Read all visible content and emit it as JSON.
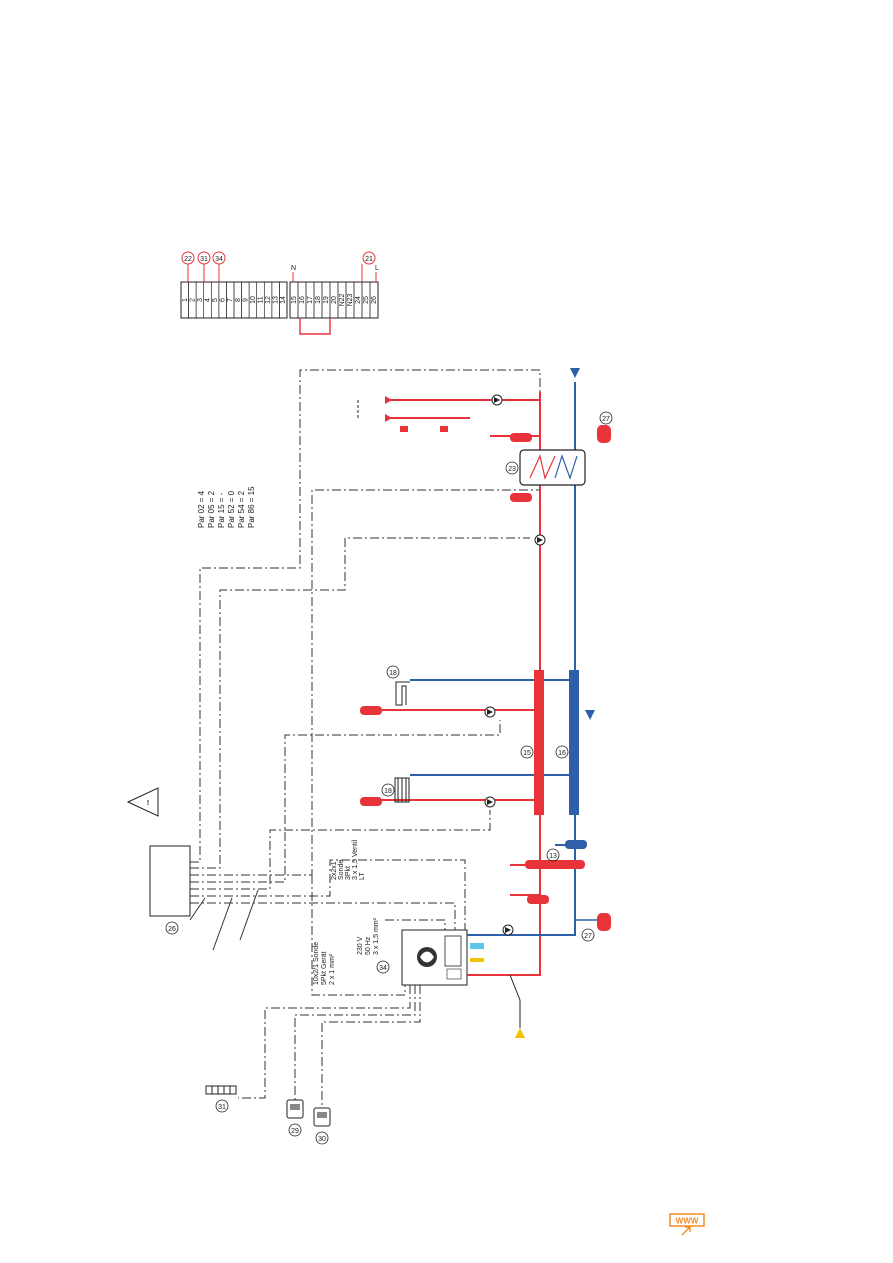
{
  "parameters": [
    "Par 02 = 4",
    "Par 05 = 2",
    "Par 15 = -",
    "Par 52 = 0",
    "Par 54 = 2",
    "Par 86 = 15"
  ],
  "cable_specs": {
    "power": [
      "230 V",
      "50 Hz",
      "3 x 1,5 mm²"
    ],
    "signal": [
      "10x2/1 Sonde",
      "5Pkt Gerät",
      "2 x 1 mm²"
    ],
    "bus": [
      "2x2x1",
      "Sonde",
      "3Pkt",
      "3 x 1,5 Ventil",
      "LT"
    ]
  },
  "terminal_labels": {
    "left_top": [
      "22",
      "31",
      "34"
    ],
    "right_top": [
      "N",
      "21",
      "L"
    ],
    "left_rows": [
      "1",
      "2",
      "3",
      "4",
      "5",
      "6",
      "7",
      "8",
      "9",
      "10",
      "11",
      "12",
      "13",
      "14"
    ],
    "right_rows": [
      "15",
      "16",
      "17",
      "18",
      "19",
      "20",
      "N22",
      "N23",
      "24",
      "25",
      "26"
    ]
  },
  "component_numbers": {
    "controller": "26",
    "sensor_strip": "31",
    "room_unit_1": "29",
    "room_unit_2": "30",
    "boiler": "34",
    "dhw_tank": "23",
    "expansion_left": "27",
    "expansion_right": "27",
    "radiator": "18",
    "floor_heating": "18",
    "header_hot": "15",
    "header_cold": "16",
    "separator": "13"
  },
  "warning_symbol": "!",
  "www_badge": "WWW",
  "colors": {
    "flow": "#e8333a",
    "return": "#2f5fa8",
    "cold_in": "#f2c200",
    "badge": "#f28c28"
  }
}
